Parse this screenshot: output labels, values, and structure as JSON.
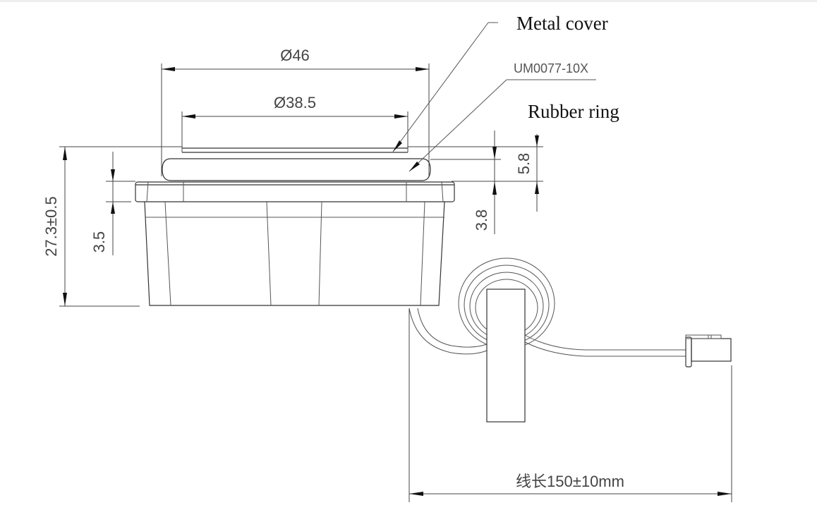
{
  "drawing": {
    "type": "technical-dimension-drawing",
    "labels": {
      "metal_cover": "Metal cover",
      "part_code": "UM0077-10X",
      "rubber_ring": "Rubber ring"
    },
    "dimensions": {
      "outer_diameter": "Ø46",
      "inner_diameter": "Ø38.5",
      "total_height": "27.3±0.5",
      "flange_height": "3.5",
      "cover_height": "5.8",
      "ring_offset": "3.8",
      "cable_length": "线长150±10mm"
    },
    "colors": {
      "line": "#333333",
      "text": "#111111",
      "dim_text": "#444444"
    }
  }
}
